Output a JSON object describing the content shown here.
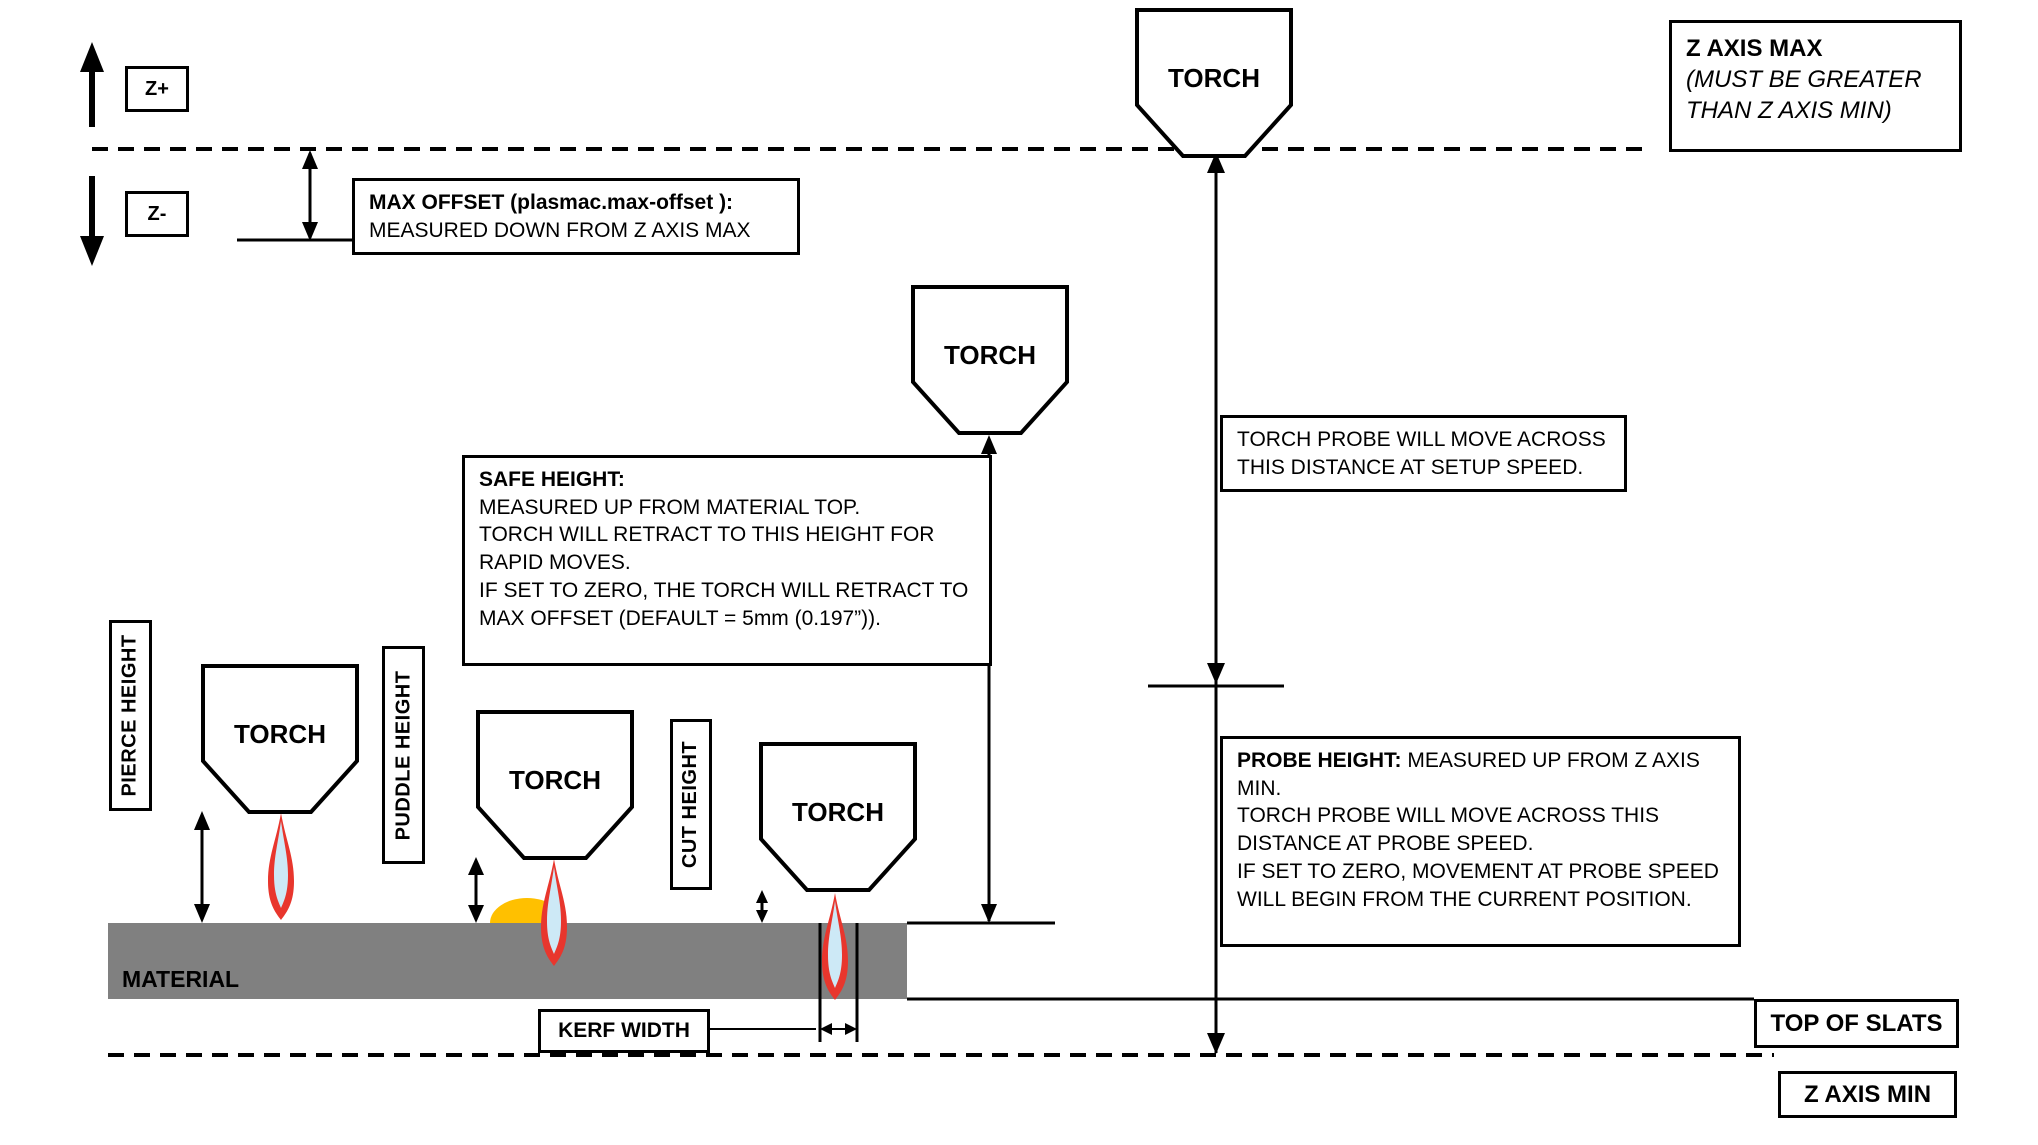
{
  "colors": {
    "material_gray": "#808080",
    "flame_outer": "#E8362D",
    "flame_inner": "#CDE9F6",
    "puddle_orange": "#FFC000",
    "line_black": "#000000"
  },
  "axis_controls": {
    "z_plus": "Z+",
    "z_minus": "Z-"
  },
  "torch_label": "TORCH",
  "z_axis_max_box": {
    "title": "Z AXIS MAX",
    "note_lines": [
      "(MUST BE GREATER",
      "THAN Z AXIS MIN)"
    ]
  },
  "max_offset_box": {
    "title": "MAX OFFSET (plasmac.max-offset ):",
    "body": "MEASURED DOWN FROM Z AXIS MAX"
  },
  "safe_height_box": {
    "title": "SAFE HEIGHT:",
    "line1": "MEASURED UP FROM MATERIAL TOP.",
    "line2": "TORCH WILL RETRACT TO THIS HEIGHT FOR RAPID MOVES.",
    "line3": "IF SET TO ZERO, THE TORCH WILL RETRACT TO MAX OFFSET (DEFAULT = 5mm (0.197”))."
  },
  "torch_probe_box": {
    "text": "TORCH PROBE WILL MOVE ACROSS THIS DISTANCE AT SETUP SPEED."
  },
  "probe_height_box": {
    "label": "PROBE HEIGHT:",
    "label_rest": " MEASURED UP FROM Z AXIS MIN.",
    "line2": "TORCH PROBE WILL MOVE ACROSS THIS DISTANCE AT PROBE SPEED.",
    "line3": "IF SET TO ZERO,  MOVEMENT AT PROBE SPEED WILL BEGIN FROM THE CURRENT POSITION."
  },
  "height_labels": {
    "pierce": "PIERCE HEIGHT",
    "puddle": "PUDDLE HEIGHT",
    "cut": "CUT HEIGHT"
  },
  "material_label": "MATERIAL",
  "kerf_width_label": "KERF WIDTH",
  "top_of_slats_label": "TOP OF SLATS",
  "z_axis_min_label": "Z AXIS MIN"
}
